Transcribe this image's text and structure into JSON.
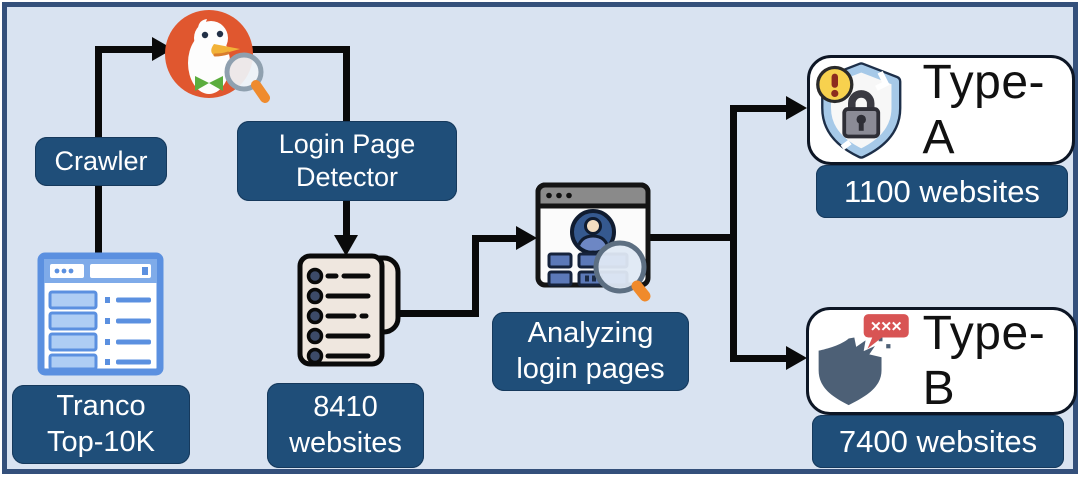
{
  "figure": {
    "description": "Measurement pipeline diagram: crawling Tranco Top-10K sites, detecting login pages, analyzing them, and classifying websites into Type-A and Type-B"
  },
  "colors": {
    "background": "#d9e3f1",
    "frame_border": "#34507b",
    "node_fill": "#1f4e79",
    "node_text": "#ffffff",
    "arrow": "#0a0a0a",
    "type_text": "#111111",
    "duckduckgo_orange": "#e0572f",
    "tranco_blue": "#5b90e0",
    "notepad_beige": "#efe7df",
    "shield_blue": "#a6c9e8",
    "shield_slate": "#4d6076",
    "alert_yellow": "#f7d14e",
    "error_red": "#d85454",
    "magnifier_orange": "#f08a2b"
  },
  "nodes": {
    "tranco": {
      "label": "Tranco\nTop-10K",
      "icon": "website-ranking-list-icon"
    },
    "crawler": {
      "label": "Crawler"
    },
    "search_engine": {
      "icon": "duckduckgo-logo"
    },
    "login_detector": {
      "label": "Login Page\nDetector"
    },
    "websites_8410": {
      "label": "8410\nwebsites",
      "icon": "notepad-list-icon"
    },
    "analyzing": {
      "label": "Analyzing\nlogin pages",
      "icon": "login-page-inspect-icon"
    },
    "type_a": {
      "label": "Type-A",
      "count": "1100 websites",
      "icon": "shield-lock-warning-icon"
    },
    "type_b": {
      "label": "Type-B",
      "count": "7400 websites",
      "bubble": "×××",
      "icon": "broken-shield-error-icon"
    }
  }
}
